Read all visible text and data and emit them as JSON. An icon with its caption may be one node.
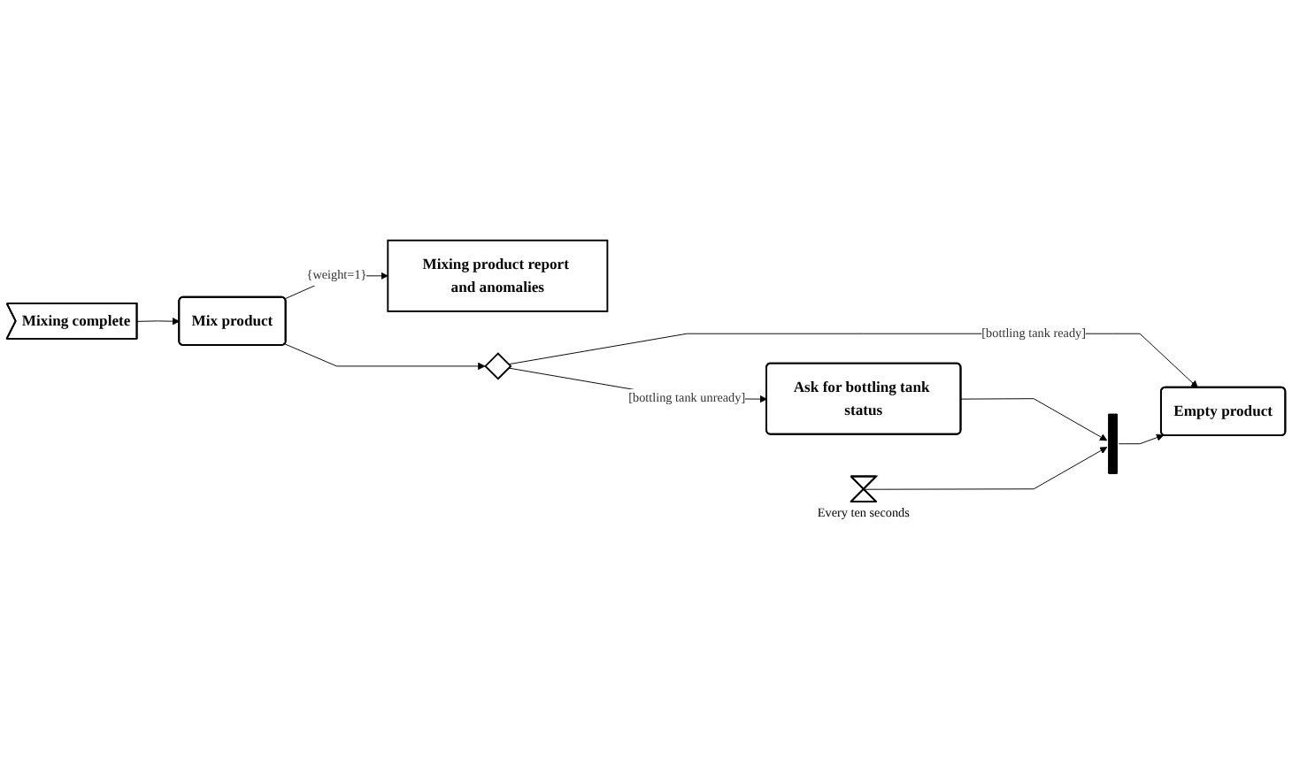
{
  "diagram": {
    "nodes": [
      {
        "text": [
          "Mixing complete"
        ]
      },
      {
        "text": [
          "Mix product"
        ]
      },
      {
        "text": [
          "Mixing product report and anomalies"
        ]
      },
      {
        "text": [],
        "shape": "diamond"
      },
      {
        "text": [
          "Empty product"
        ]
      },
      {
        "text": [
          "Ask for bottling tank status"
        ]
      },
      {
        "text": [],
        "shape": "bar"
      },
      {
        "text": [],
        "shape": "hourglass",
        "beside": [
          "Every ten seconds"
        ]
      }
    ],
    "edges": [
      {
        "from": 0,
        "to": 1,
        "arrow": "to"
      },
      {
        "from": 1,
        "to": 2,
        "arrow": "to",
        "label": "{weight=1}"
      },
      {
        "from": 1,
        "to": 3,
        "arrow": "to"
      },
      {
        "from": 3,
        "to": 4,
        "arrow": "to",
        "label": "[bottling tank ready]"
      },
      {
        "from": 3,
        "to": 5,
        "arrow": "to",
        "label": "[bottling tank unready]"
      },
      {
        "from": 5,
        "to": 6,
        "arrow": "to"
      },
      {
        "from": 7,
        "to": 6,
        "arrow": "to"
      },
      {
        "from": 6,
        "to": 4,
        "arrow": "to"
      }
    ]
  }
}
